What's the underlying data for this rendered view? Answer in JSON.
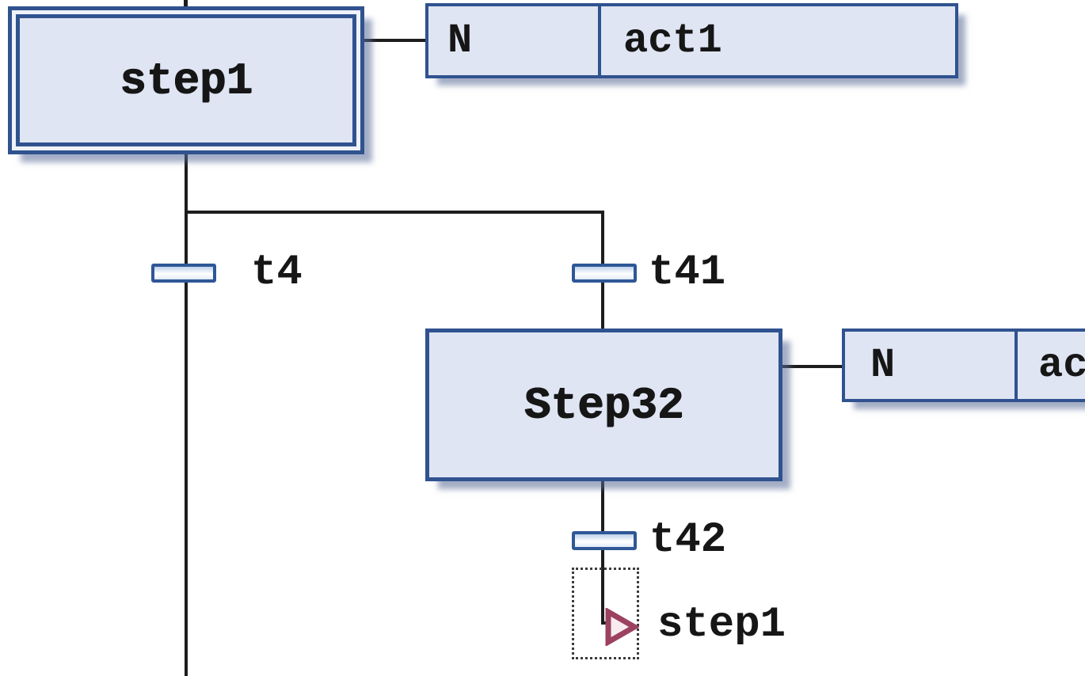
{
  "editor": {
    "description": "SFC (sequential function chart) diagram fragment",
    "palette": {
      "box_fill": "#dfe5f2",
      "box_border": "#30528f",
      "connector_line": "#1d1d1d",
      "shadow": "#556996",
      "transition_border": "#2f5796",
      "jump_arrow_stroke": "#9c4160",
      "jump_arrow_fill": "#f8ecf1",
      "text": "#161616",
      "background": "#ffffff"
    }
  },
  "step1": {
    "label": "step1",
    "kind": "initial-step"
  },
  "action1": {
    "qualifier": "N",
    "action": "act1"
  },
  "step32": {
    "label": "Step32",
    "kind": "step"
  },
  "action2": {
    "qualifier": "N",
    "action": "ac"
  },
  "t4": {
    "label": "t4"
  },
  "t41": {
    "label": "t41"
  },
  "t42": {
    "label": "t42"
  },
  "jump": {
    "target_label": "step1"
  }
}
